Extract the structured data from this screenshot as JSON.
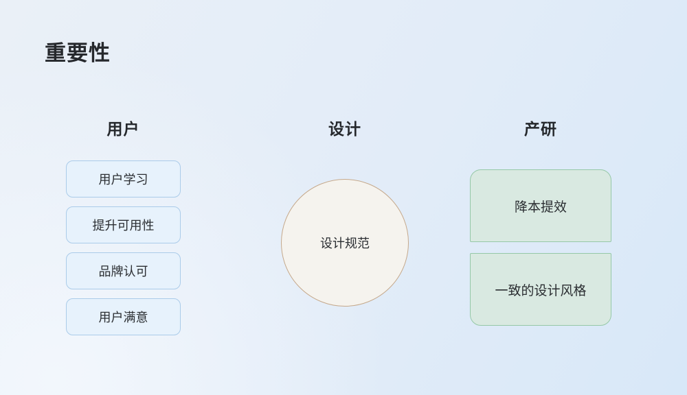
{
  "title": "重要性",
  "colors": {
    "background_start": "#eaf0f7",
    "background_end": "#d8e8f8",
    "user_box_fill": "#e7f2fc",
    "user_box_border": "#aacbe9",
    "design_circle_fill": "#f5f3ee",
    "design_circle_border": "#c5a88a",
    "product_box_fill": "#d9e9e1",
    "product_box_border": "#95c8a7",
    "text": "#25282c"
  },
  "columns": {
    "user": {
      "header": "用户",
      "items": [
        "用户学习",
        "提升可用性",
        "品牌认可",
        "用户满意"
      ]
    },
    "design": {
      "header": "设计",
      "circle_label": "设计规范"
    },
    "product": {
      "header": "产研",
      "items": [
        "降本提效",
        "一致的设计风格"
      ]
    }
  }
}
